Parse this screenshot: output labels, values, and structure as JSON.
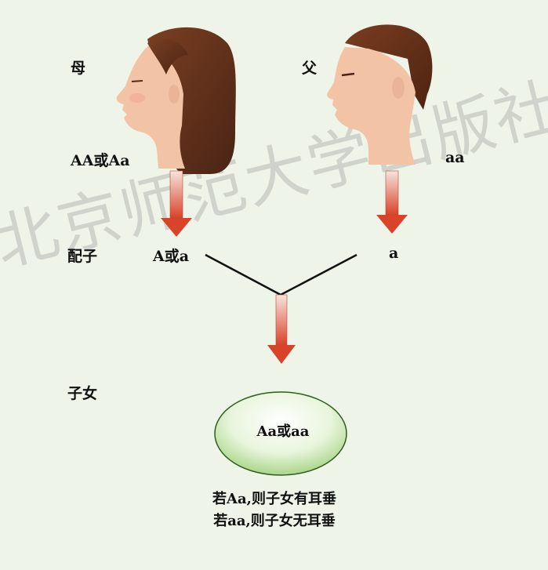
{
  "labels": {
    "mother": "母",
    "father": "父",
    "mother_genotype": "AA或Aa",
    "father_genotype": "aa",
    "gamete_row": "配子",
    "mother_gametes": "A或a",
    "father_gametes": "a",
    "offspring_row": "子女",
    "offspring_genotype": "Aa或aa"
  },
  "captions": {
    "line1": "若Aa,则子女有耳垂",
    "line2": "若aa,则子女无耳垂"
  },
  "watermark": "北京师范大学出版社",
  "colors": {
    "background": "#eef4e8",
    "arrow_top": "#f4d8cc",
    "arrow_bottom": "#d8432a",
    "ellipse_center": "#ffffff",
    "ellipse_edge": "#9fcf7a"
  }
}
